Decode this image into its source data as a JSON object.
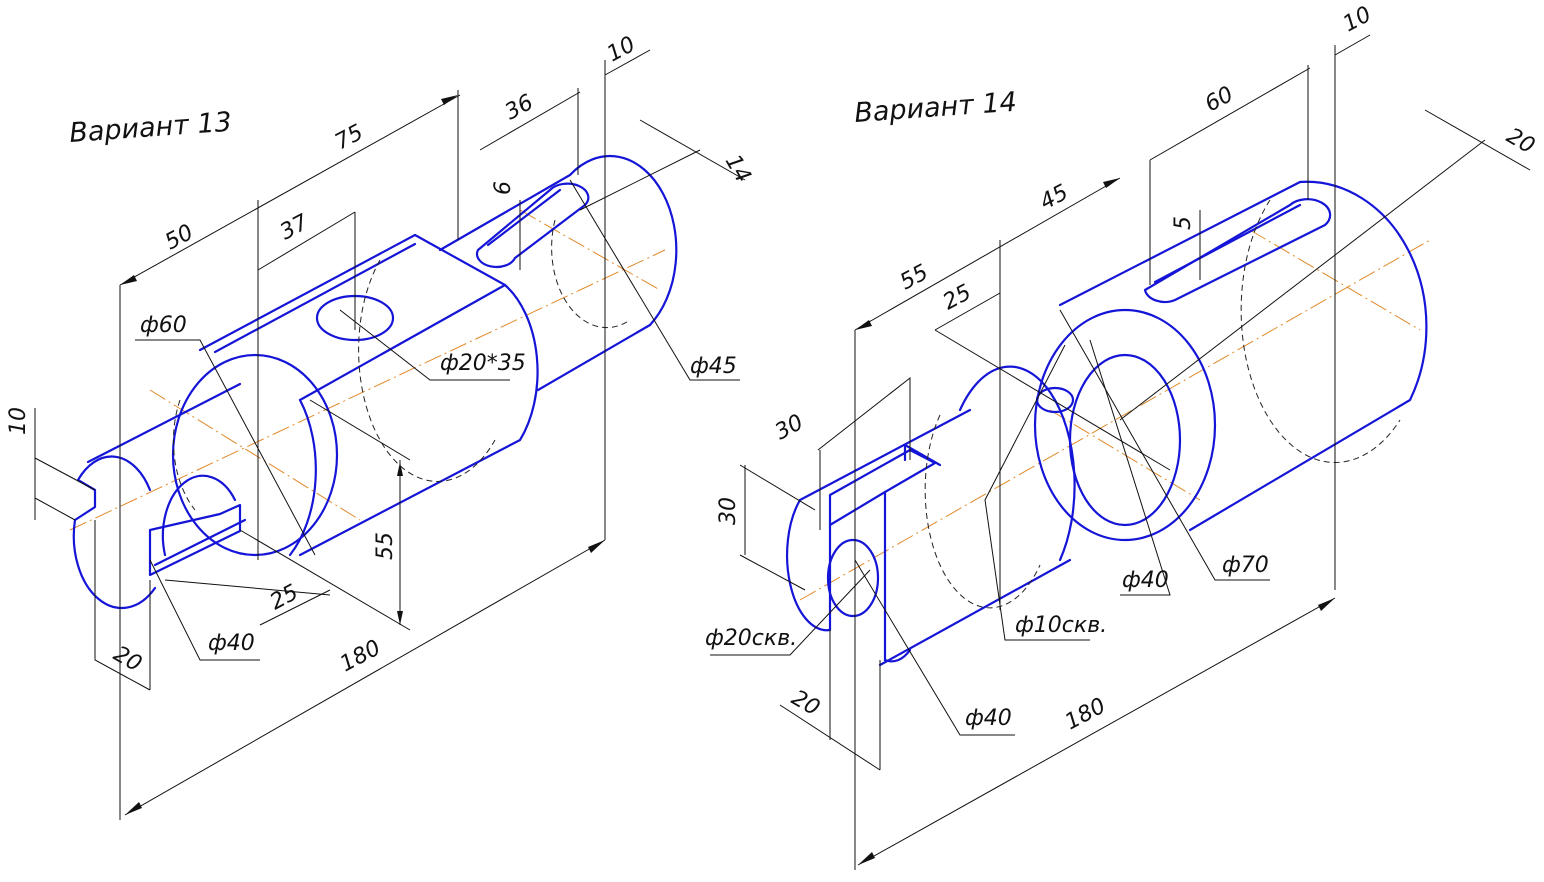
{
  "variant13": {
    "title": "Вариант 13",
    "dims": {
      "d75": "75",
      "d50": "50",
      "d37": "37",
      "d36": "36",
      "d10top": "10",
      "d14": "14",
      "d6": "6",
      "dia60": "ф60",
      "dia20x35": "ф20*35",
      "dia45": "ф45",
      "d10left": "10",
      "d55": "55",
      "d25": "25",
      "dia40": "ф40",
      "d20": "20",
      "d180": "180"
    }
  },
  "variant14": {
    "title": "Вариант 14",
    "dims": {
      "d10top": "10",
      "d60": "60",
      "d20right": "20",
      "d45": "45",
      "d55": "55",
      "d25": "25",
      "d5": "5",
      "d30top": "30",
      "d30left": "30",
      "dia70": "ф70",
      "dia40mid": "ф40",
      "dia10": "ф10скв.",
      "dia20": "ф20скв.",
      "d20bottom": "20",
      "dia40bottom": "ф40",
      "d180": "180"
    }
  }
}
